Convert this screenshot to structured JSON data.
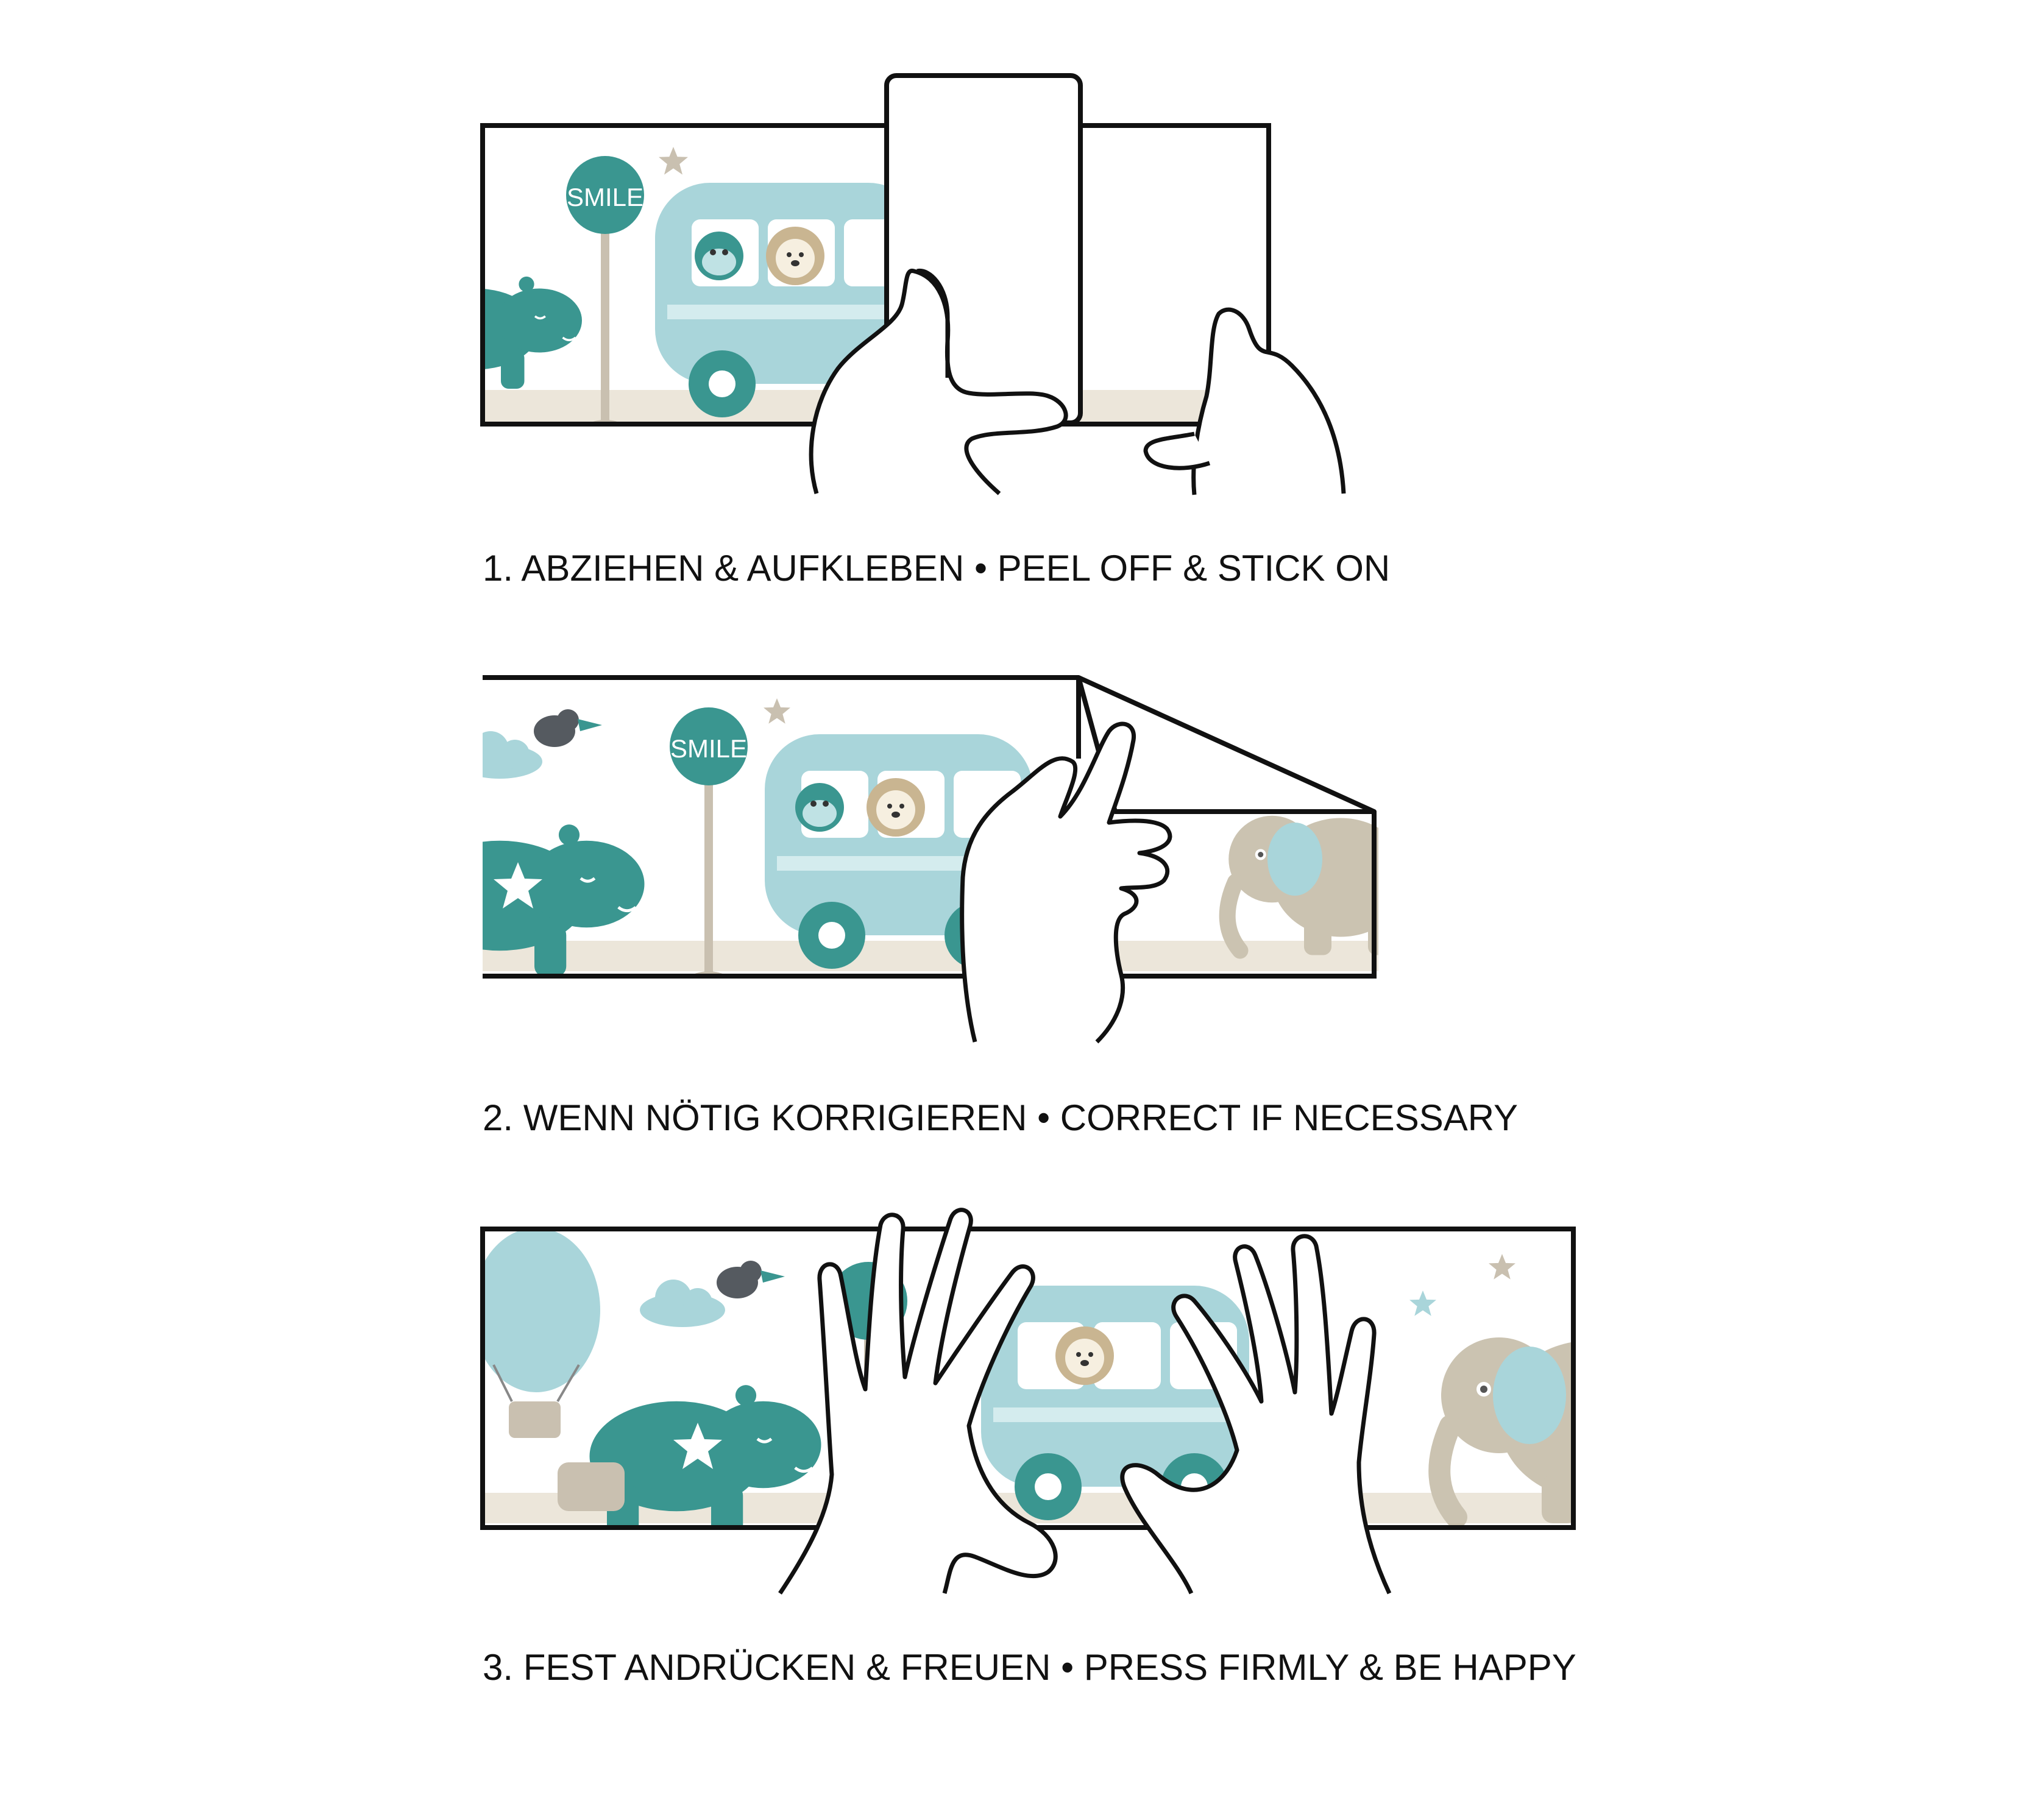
{
  "steps": [
    {
      "caption": "1. ABZIEHEN & AUFKLEBEN • PEEL OFF & STICK ON"
    },
    {
      "caption": "2. WENN NÖTIG KORRIGIEREN • CORRECT IF NECESSARY"
    },
    {
      "caption": "3. FEST ANDRÜCKEN & FREUEN • PRESS FIRMLY & BE HAPPY"
    }
  ],
  "sign_text": "SMILE",
  "colors": {
    "teal": "#3a9690",
    "light_teal": "#a9d5da",
    "beige": "#c9c0b0",
    "floor": "#ece6da",
    "outline": "#111111"
  }
}
